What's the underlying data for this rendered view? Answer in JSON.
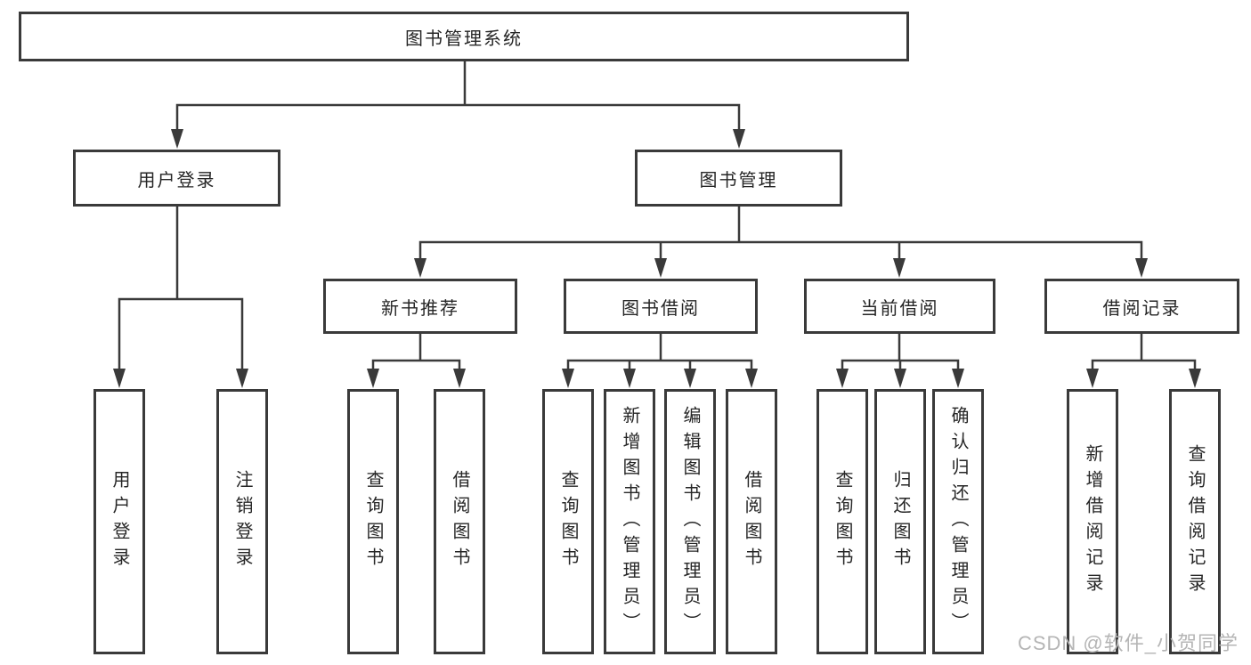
{
  "tree": {
    "label": "图书管理系统",
    "children": [
      {
        "label": "用户登录",
        "children": [
          {
            "label": "用户登录"
          },
          {
            "label": "注销登录"
          }
        ]
      },
      {
        "label": "图书管理",
        "children": [
          {
            "label": "新书推荐",
            "children": [
              {
                "label": "查询图书"
              },
              {
                "label": "借阅图书"
              }
            ]
          },
          {
            "label": "图书借阅",
            "children": [
              {
                "label": "查询图书"
              },
              {
                "label": "新增图书（管理员）"
              },
              {
                "label": "编辑图书（管理员）"
              },
              {
                "label": "借阅图书"
              }
            ]
          },
          {
            "label": "当前借阅",
            "children": [
              {
                "label": "查询图书"
              },
              {
                "label": "归还图书"
              },
              {
                "label": "确认归还（管理员）"
              }
            ]
          },
          {
            "label": "借阅记录",
            "children": [
              {
                "label": "新增借阅记录"
              },
              {
                "label": "查询借阅记录"
              }
            ]
          }
        ]
      }
    ]
  },
  "watermark": "CSDN @软件_小贺同学",
  "colors": {
    "line": "#3a3a3a",
    "text": "#262626",
    "watermark": "#b5b5b5",
    "background": "#ffffff"
  }
}
